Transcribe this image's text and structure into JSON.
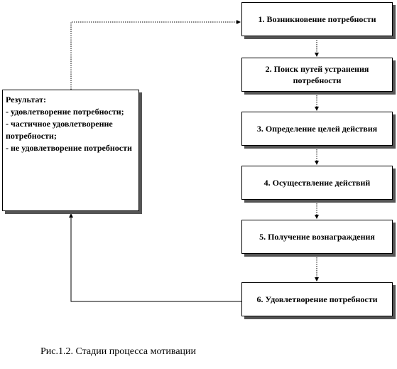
{
  "stages": [
    "1. Возникновение потребности",
    "2. Поиск путей устранения потребности",
    "3. Определение целей действия",
    "4. Осуществление действий",
    "5. Получение вознаграждения",
    "6. Удовлетворение потребности"
  ],
  "result": {
    "title": "Результат:",
    "items": [
      "- удовлетворение потребности;",
      "- частичное удовлетворение потребности;",
      "- не удовлетворение потребности"
    ]
  },
  "caption": "Рис.1.2. Стадии процесса мотивации"
}
